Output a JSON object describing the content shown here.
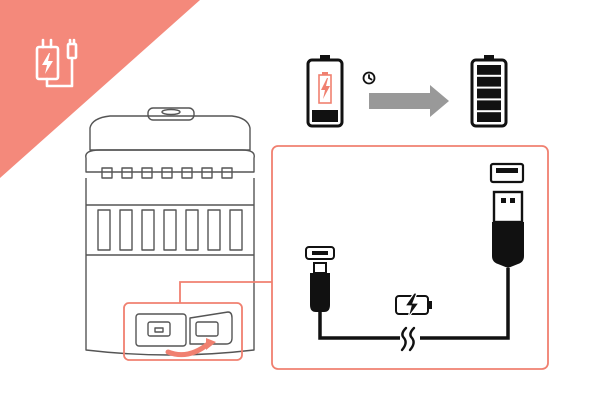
{
  "colors": {
    "accent": "#f4897b",
    "accent_stroke": "#f08070",
    "ink": "#111111",
    "outline": "#555555",
    "arrow": "#999999",
    "background": "#ffffff"
  },
  "icons": {
    "corner_badge": "charging-plug-icon",
    "battery_low": "battery-low-charging-icon",
    "clock": "clock-icon",
    "progress_arrow": "right-arrow-icon",
    "battery_full": "battery-full-icon",
    "usb_a_port": "usb-a-port-icon",
    "usb_a_plug": "usb-a-plug-icon",
    "micro_usb_port": "micro-usb-port-icon",
    "micro_usb_plug": "micro-usb-plug-icon",
    "cable_charging": "battery-charging-icon",
    "cable_break": "cable-break-icon",
    "device": "lantern-device-icon"
  },
  "battery_low": {
    "level": 0.2
  },
  "battery_full": {
    "level": 1.0,
    "segments": 5
  }
}
